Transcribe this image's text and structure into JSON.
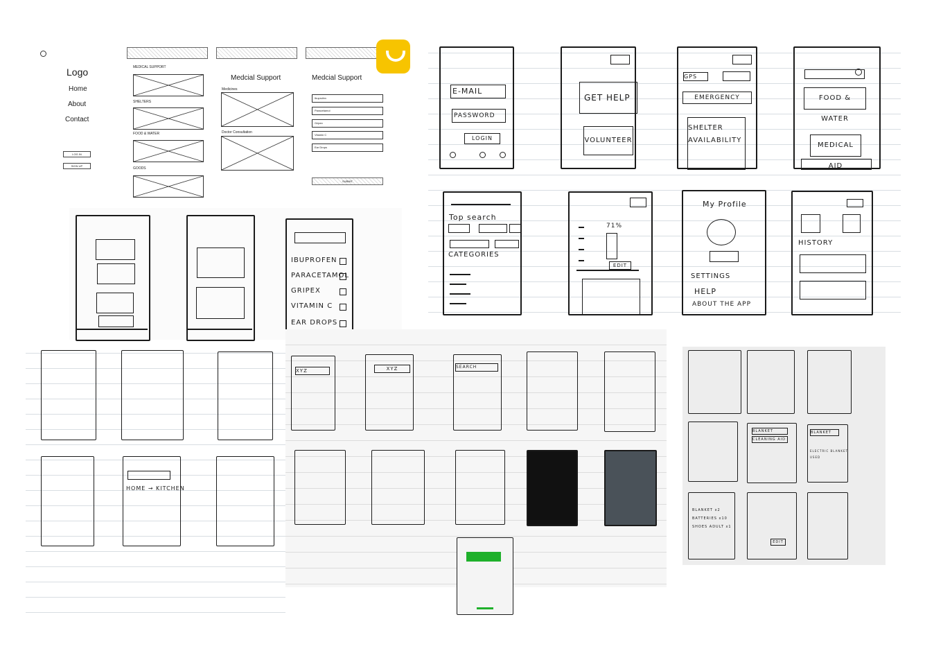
{
  "brand": {
    "logo_color": "#f7c400"
  },
  "wireframe_web": {
    "nav": {
      "logo": "Logo",
      "home": "Home",
      "about": "About",
      "contact": "Contact",
      "login": "LOG IN",
      "signup": "SIGN UP"
    },
    "sections": {
      "s1": "MEDICAL SUPPORT",
      "s2": "SHELTERS",
      "s3": "FOOD & WATER",
      "s4": "GOODS"
    },
    "medical": {
      "title": "Medcial Support",
      "medicines": "Medicines",
      "doctor": "Doctor Consultation"
    },
    "form": {
      "title": "Medcial Support",
      "fields": [
        "Ibuprofen",
        "Paracetamol",
        "Gripex",
        "Vitamin C",
        "Ear Drops"
      ],
      "submit": "SUBMIT"
    }
  },
  "sketch_top": {
    "login": {
      "email": "E-MAIL",
      "password": "PASSWORD",
      "login": "LOGIN"
    },
    "help": {
      "get_help": "GET HELP",
      "volunteer": "VOLUNTEER"
    },
    "emergency": {
      "gps": "GPS",
      "emergency": "EMERGENCY",
      "shelter": "SHELTER AVAILABILITY"
    },
    "food": {
      "food": "FOOD & WATER",
      "medical": "MEDICAL AID"
    },
    "search": {
      "top_search": "Top search",
      "categories": "CATEGORIES"
    },
    "progress": {
      "percent": "71%",
      "edit": "EDIT"
    },
    "profile": {
      "title": "My Profile",
      "settings": "SETTINGS",
      "help": "HELP",
      "about": "ABOUT THE APP"
    },
    "history": {
      "title": "HISTORY"
    }
  },
  "sketch_meds": {
    "items": [
      "IBUPROFEN",
      "PARACETAMOL",
      "GRIPEX",
      "VITAMIN C",
      "EAR DROPS"
    ]
  },
  "sketch_bottom": {
    "xyz1": "XYZ",
    "xyz2": "XYZ",
    "search": "SEARCH",
    "home_kitchen": "HOME → KITCHEN"
  },
  "sketch_right": {
    "blanket": "BLANKET",
    "blanket2": "BLANKET",
    "cleaning": "CLEANING AID",
    "electric": "ELECTRIC BLANKET",
    "used": "USED",
    "list1": "BLANKET x2",
    "list2": "BATTERIES x10",
    "list3": "SHOES ADULT x1",
    "edit": "EDIT"
  }
}
